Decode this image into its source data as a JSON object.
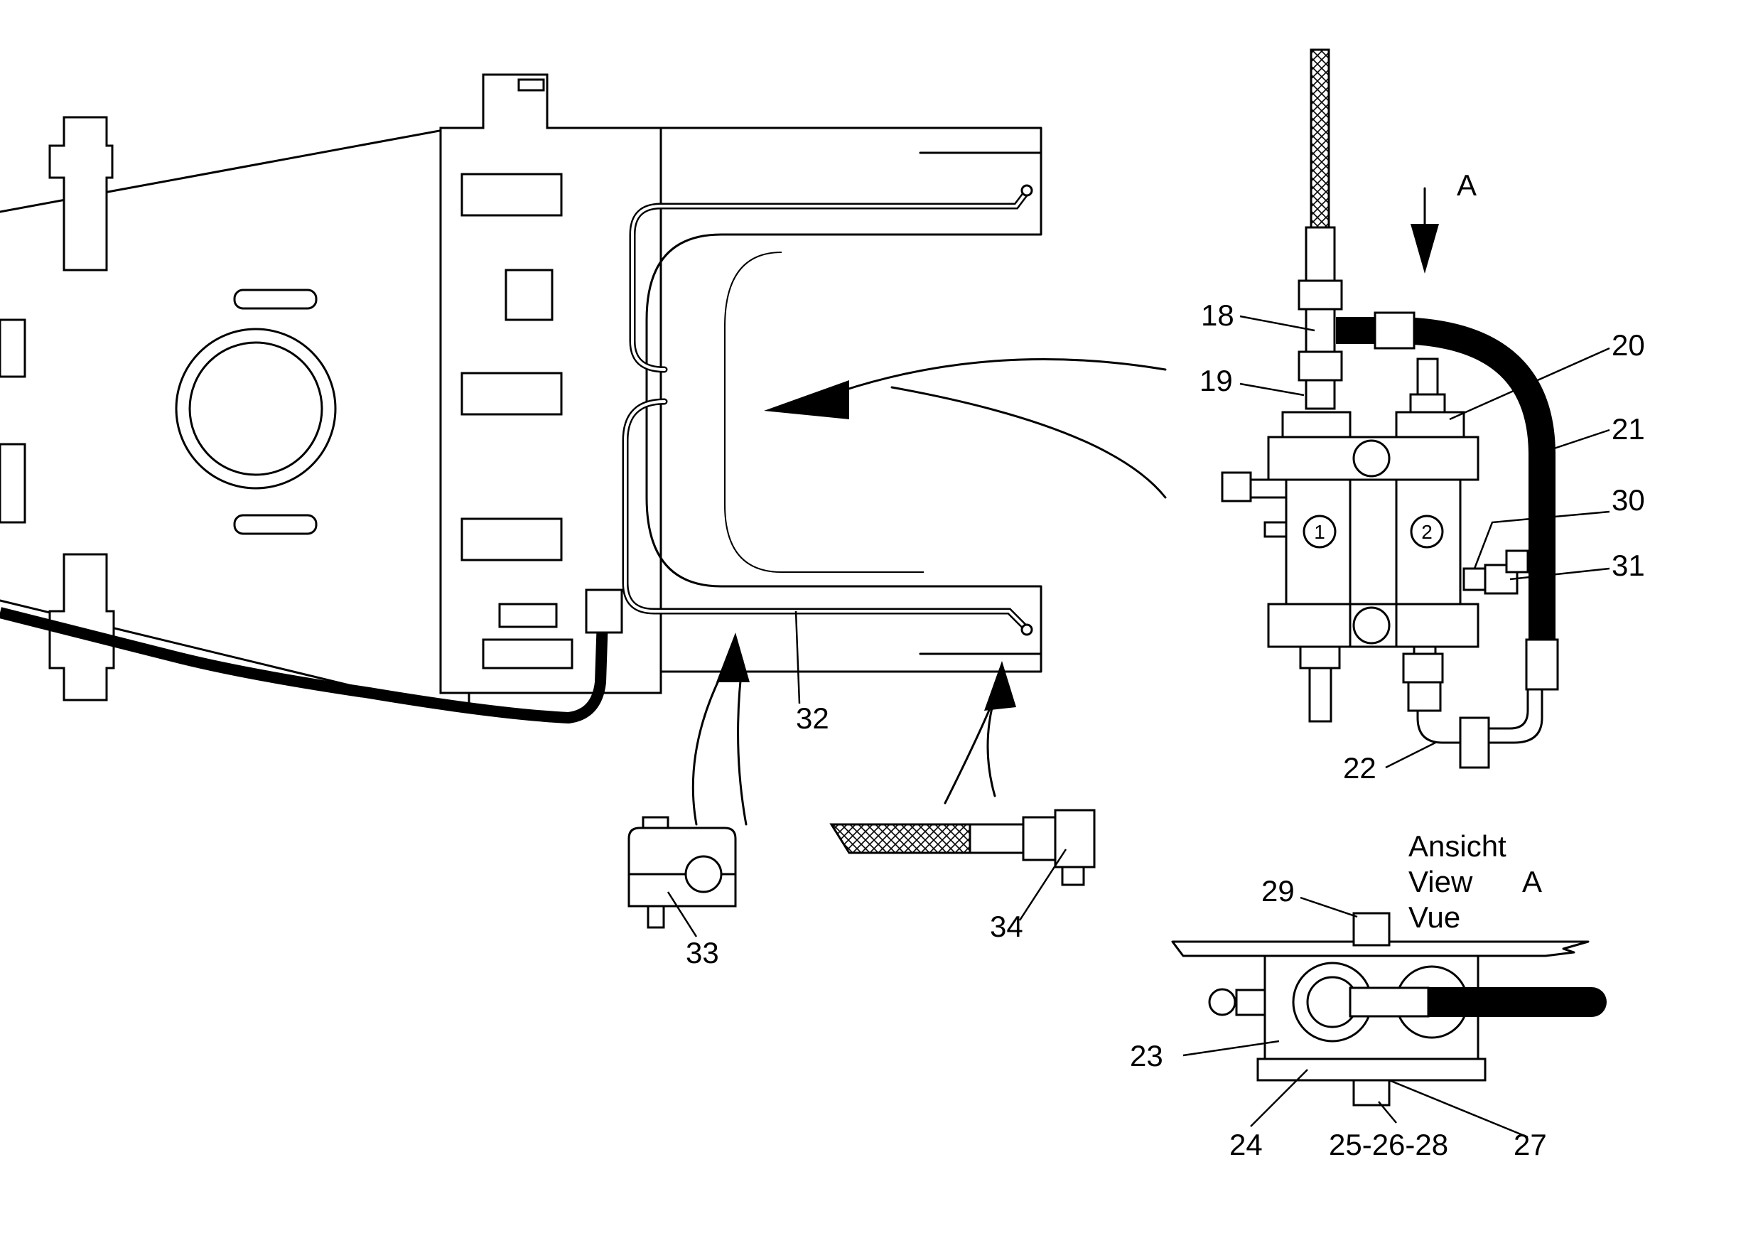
{
  "view_arrow_label": "A",
  "view_caption": {
    "line1": "Ansicht",
    "line2": "View",
    "line2_letter": "A",
    "line3": "Vue"
  },
  "module_numbers": [
    "1",
    "2"
  ],
  "callouts": {
    "c18": "18",
    "c19": "19",
    "c20": "20",
    "c21": "21",
    "c22": "22",
    "c23": "23",
    "c24": "24",
    "c25": "25-26-28",
    "c27": "27",
    "c29": "29",
    "c30": "30",
    "c31": "31",
    "c32": "32",
    "c33": "33",
    "c34": "34"
  }
}
